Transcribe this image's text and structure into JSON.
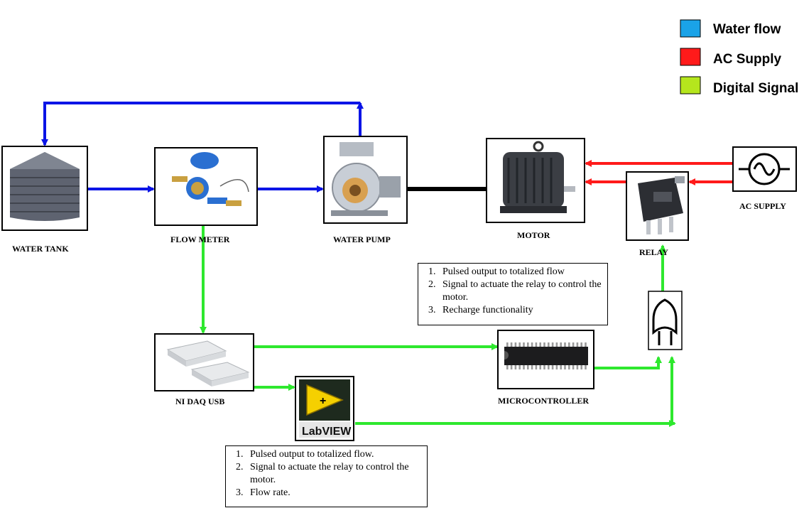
{
  "legend": [
    {
      "label": "Water flow",
      "color": "#1aa3e8"
    },
    {
      "label": "AC Supply",
      "color": "#ff1a1a"
    },
    {
      "label": "Digital Signal",
      "color": "#b5e61d"
    }
  ],
  "flow_colors": {
    "water": "#0a14e6",
    "ac": "#ff1a1a",
    "signal": "#2ee82e",
    "shaft": "#000000"
  },
  "components": {
    "water_tank": "WATER TANK",
    "flow_meter": "FLOW METER",
    "water_pump": "WATER PUMP",
    "motor": "MOTOR",
    "relay": "RELAY",
    "ac_supply": "AC SUPPLY",
    "ni_daq": "NI DAQ USB",
    "microcontroller": "MICROCONTROLLER",
    "labview_logo": "LabVIEW"
  },
  "notes": {
    "microcontroller": [
      "Pulsed output to totalized flow",
      "Signal to actuate the relay to control the motor.",
      "Recharge functionality"
    ],
    "labview": [
      "Pulsed output to totalized flow.",
      "Signal to actuate the relay to control the motor.",
      "Flow rate."
    ]
  }
}
